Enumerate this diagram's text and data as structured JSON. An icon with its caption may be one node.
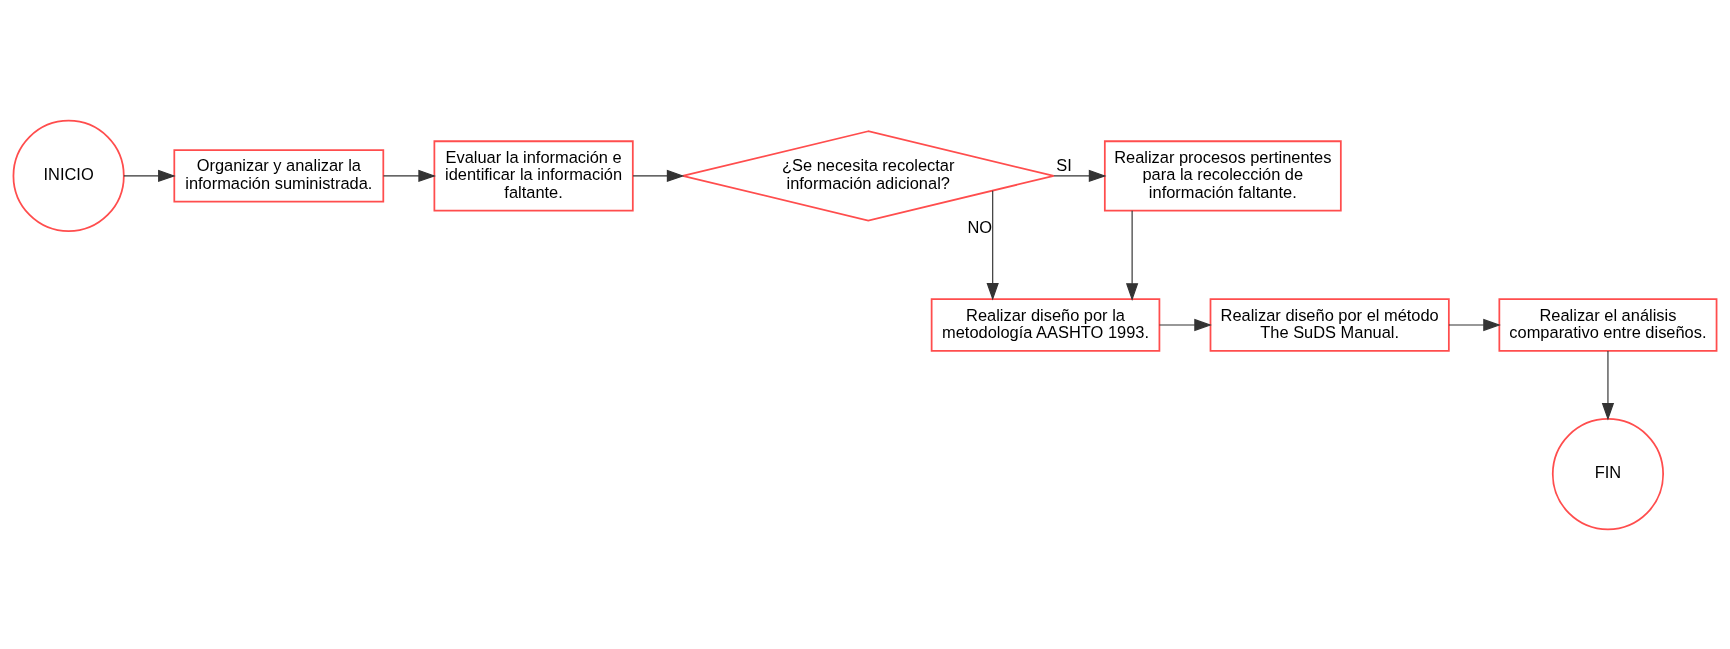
{
  "diagram": {
    "nodes": [
      {
        "text": [
          "INICIO"
        ]
      },
      {
        "text": [
          "Organizar y analizar la información suministrada."
        ]
      },
      {
        "text": [
          "Evaluar la información e identificar la información faltante."
        ]
      },
      {
        "text": [
          "¿Se necesita recolectar información adicional?"
        ]
      },
      {
        "text": [
          "Realizar procesos pertinentes para la recolección de información faltante."
        ]
      },
      {
        "text": [
          "Realizar diseño por la metodología AASHTO 1993."
        ]
      },
      {
        "text": [
          "Realizar diseño por el método The SuDS Manual."
        ]
      },
      {
        "text": [
          "Realizar el análisis comparativo entre diseños."
        ]
      },
      {
        "text": [
          "FIN"
        ]
      }
    ],
    "edges": [
      {
        "from": 0,
        "to": 1,
        "arrow": "to"
      },
      {
        "from": 1,
        "to": 2,
        "arrow": "to"
      },
      {
        "from": 2,
        "to": 3,
        "arrow": "to"
      },
      {
        "from": 3,
        "to": 4,
        "label": "SI",
        "arrow": "to"
      },
      {
        "from": 3,
        "to": 5,
        "label": "NO",
        "arrow": "to"
      },
      {
        "from": 4,
        "to": 5,
        "arrow": "to"
      },
      {
        "from": 5,
        "to": 6,
        "arrow": "to"
      },
      {
        "from": 6,
        "to": 7,
        "arrow": "to"
      },
      {
        "from": 7,
        "to": 8,
        "arrow": "to"
      }
    ]
  }
}
